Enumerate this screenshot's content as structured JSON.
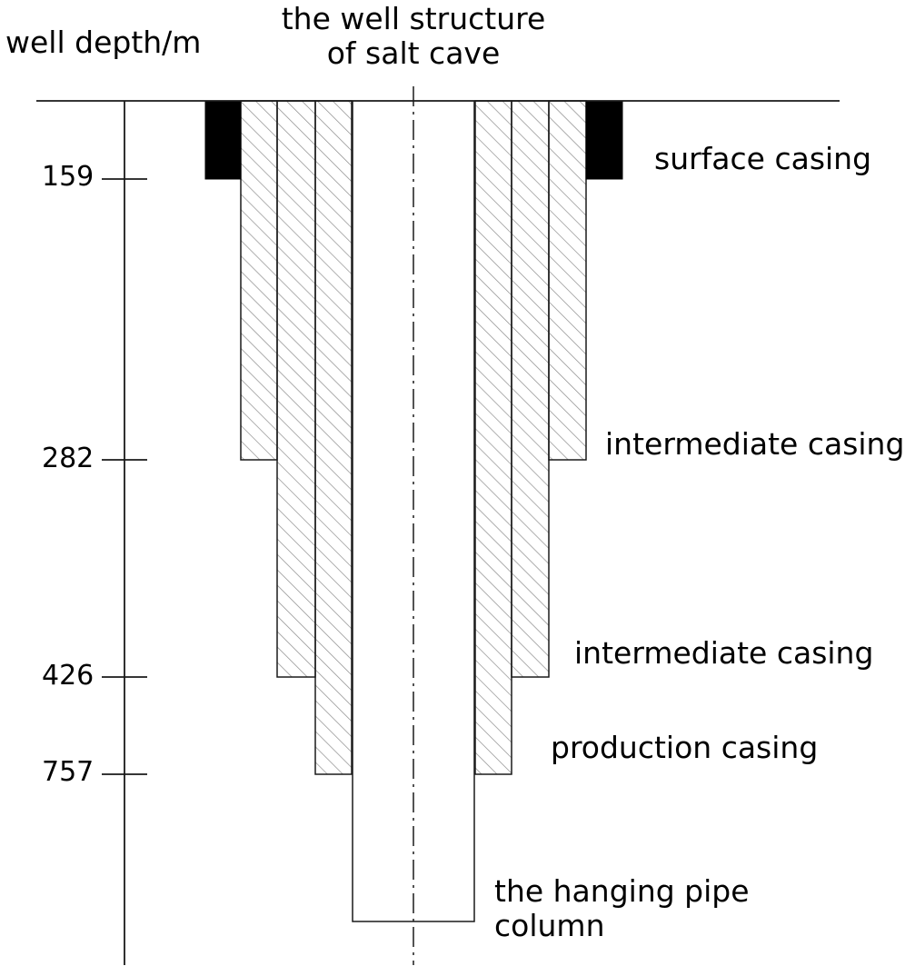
{
  "axis_title": "well depth/m",
  "diagram_title": {
    "line1": "the well structure",
    "line2": "of salt cave"
  },
  "depth_ticks": [
    "159",
    "282",
    "426",
    "757"
  ],
  "casing_labels": {
    "surface": "surface casing",
    "intermediate_1": "intermediate casing",
    "intermediate_2": "intermediate casing",
    "production": "production casing",
    "hanging_pipe": {
      "line1": "the hanging pipe",
      "line2": "column"
    }
  },
  "colors": {
    "line": "#1a1a1a",
    "hatch": "#8c8c8c",
    "surface_fill": "#000000"
  }
}
